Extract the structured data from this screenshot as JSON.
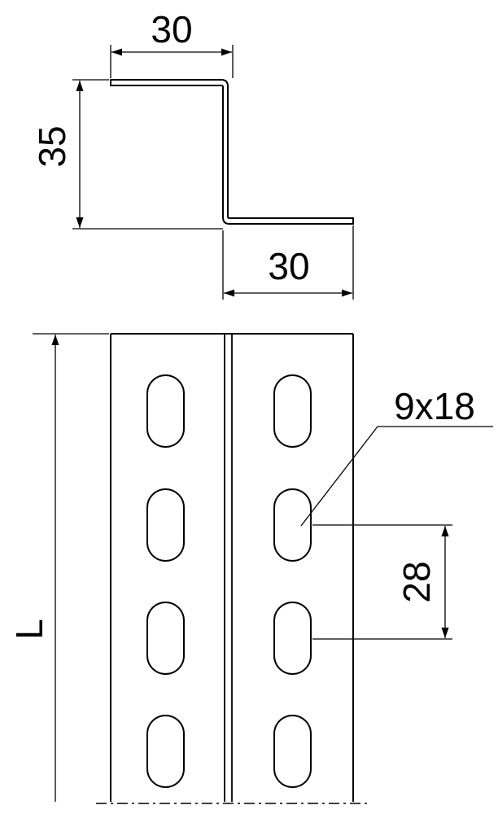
{
  "colors": {
    "line": "#000000",
    "background": "#ffffff"
  },
  "profile": {
    "top_flange_width": "30",
    "web_height": "35",
    "bottom_flange_width": "30"
  },
  "front_view": {
    "length_label": "L",
    "slot_size": "9x18",
    "slot_pitch": "28"
  }
}
